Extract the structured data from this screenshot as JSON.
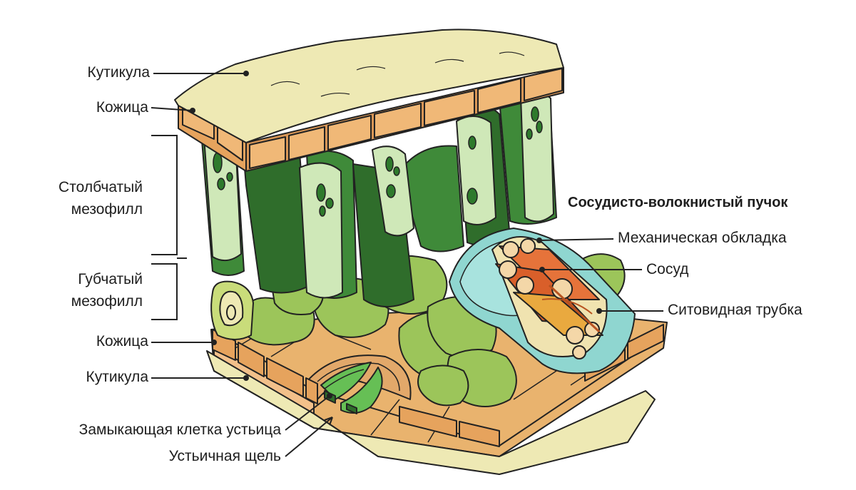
{
  "labels": {
    "cuticle_top": "Кутикула",
    "epidermis_top": "Кожица",
    "palisade_line1": "Столбчатый",
    "palisade_line2": "мезофилл",
    "spongy_line1": "Губчатый",
    "spongy_line2": "мезофилл",
    "epidermis_bottom": "Кожица",
    "cuticle_bottom": "Кутикула",
    "guard_cell": "Замыкающая клетка устьица",
    "stomatal_pore": "Устьичная щель",
    "bundle_title": "Сосудисто-волокнистый пучок",
    "bundle_sheath": "Механическая обкладка",
    "vessel": "Сосуд",
    "sieve_tube": "Ситовидная трубка"
  },
  "colors": {
    "cuticle": "#eee9b4",
    "epidermis": "#e9a35e",
    "palisade": "#3f8a39",
    "chloroplast": "#2e7a2c",
    "spongy": "#9cc55a",
    "sheath": "#8fd6d0",
    "vessel": "#e6733a",
    "sieve": "#e9a93f",
    "outline": "#222222"
  }
}
